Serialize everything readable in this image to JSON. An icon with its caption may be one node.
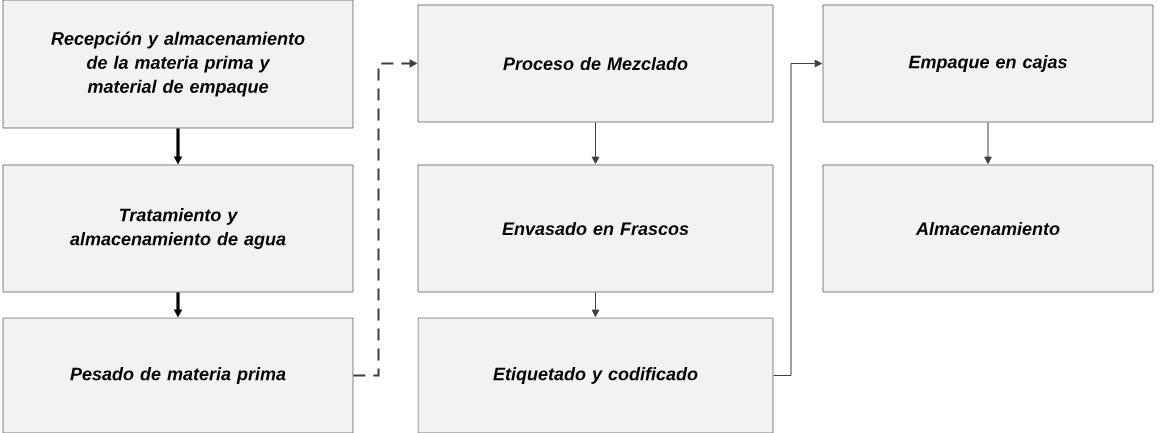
{
  "diagram": {
    "nodes": [
      {
        "text": [
          "Recepción y almacenamiento de la materia prima y material de empaque"
        ]
      },
      {
        "text": [
          "Tratamiento y almacenamiento de agua"
        ]
      },
      {
        "text": [
          "Pesado de materia prima"
        ]
      },
      {
        "text": [
          "Proceso de Mezclado"
        ]
      },
      {
        "text": [
          "Envasado en Frascos"
        ]
      },
      {
        "text": [
          "Etiquetado y codificado"
        ]
      },
      {
        "text": [
          "Empaque en cajas"
        ]
      },
      {
        "text": [
          "Almacenamiento"
        ]
      }
    ],
    "edges": [
      {
        "from": 0,
        "to": 1,
        "arrow": "to",
        "style": "thick",
        "color": "#000000"
      },
      {
        "from": 1,
        "to": 2,
        "arrow": "to",
        "style": "thick",
        "color": "#000000"
      },
      {
        "from": 2,
        "to": 3,
        "arrow": "to",
        "style": "dashed"
      },
      {
        "from": 3,
        "to": 4,
        "arrow": "to"
      },
      {
        "from": 4,
        "to": 5,
        "arrow": "to"
      },
      {
        "from": 5,
        "to": 6,
        "arrow": "to"
      },
      {
        "from": 6,
        "to": 7,
        "arrow": "to"
      }
    ]
  }
}
